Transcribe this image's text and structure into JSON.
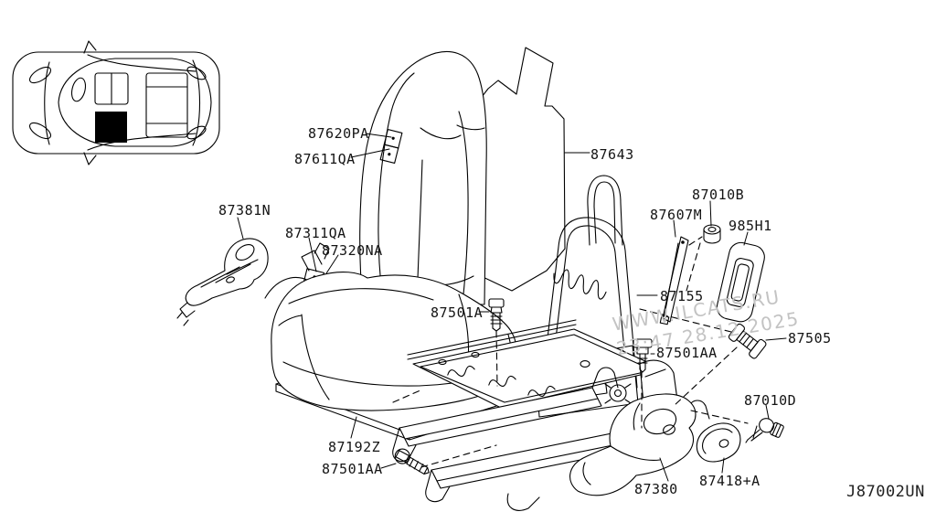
{
  "diagram": {
    "code": "J87002UN",
    "line_color": "#000000",
    "background": "#ffffff",
    "highlight_seat_fill": "#000000"
  },
  "watermark": {
    "site": "WWW.ILCATS.RU",
    "timestamp": "23:47 28.12.2025",
    "color": "#c3c3c3"
  },
  "parts": [
    {
      "label": "87620PA"
    },
    {
      "label": "87611QA"
    },
    {
      "label": "87643"
    },
    {
      "label": "87381N"
    },
    {
      "label": "87311QA"
    },
    {
      "label": "87320NA"
    },
    {
      "label": "87501A"
    },
    {
      "label": "87155"
    },
    {
      "label": "87607M"
    },
    {
      "label": "87010B"
    },
    {
      "label": "985H1"
    },
    {
      "label": "87505"
    },
    {
      "label": "87501AA"
    },
    {
      "label": "87192Z"
    },
    {
      "label": "87501AA"
    },
    {
      "label": "87380"
    },
    {
      "label": "87418+A"
    },
    {
      "label": "87010D"
    }
  ]
}
